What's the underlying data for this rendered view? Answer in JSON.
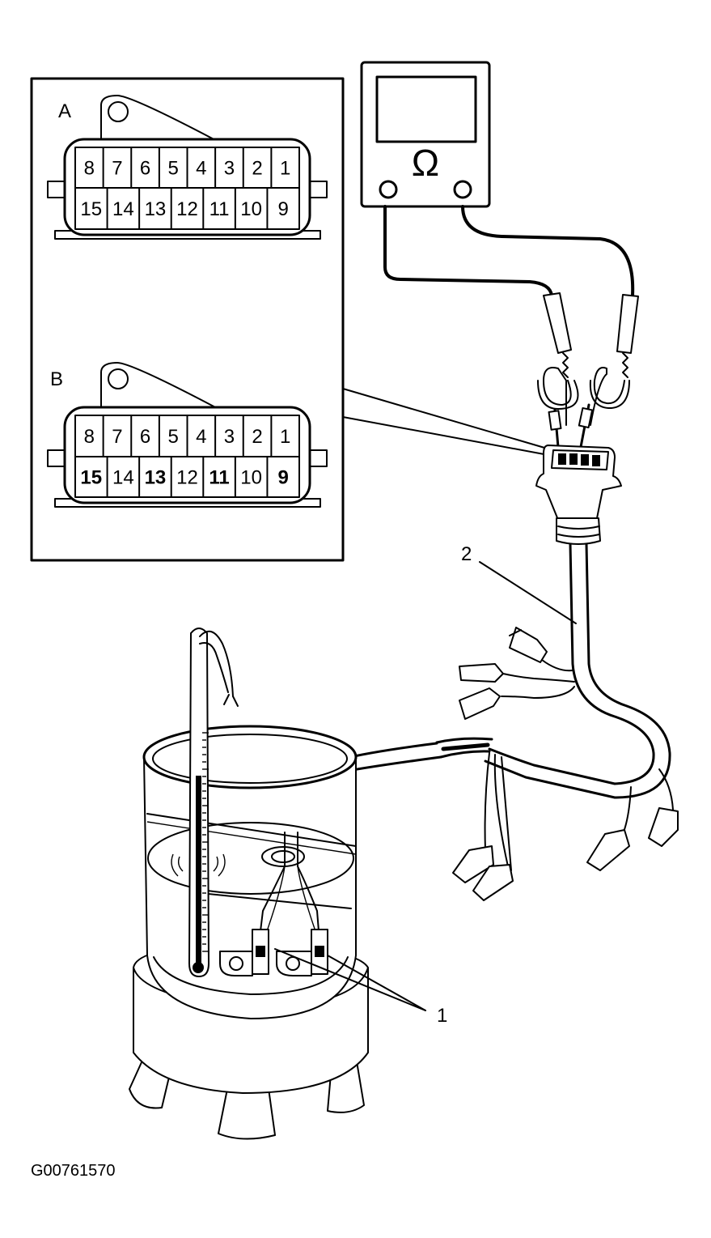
{
  "figure_id": "G00761570",
  "connector_a": {
    "label": "A",
    "top_row": [
      "8",
      "7",
      "6",
      "5",
      "4",
      "3",
      "2",
      "1"
    ],
    "bottom_row": [
      "15",
      "14",
      "13",
      "12",
      "11",
      "10",
      "9"
    ]
  },
  "connector_b": {
    "label": "B",
    "top_row": [
      "8",
      "7",
      "6",
      "5",
      "4",
      "3",
      "2",
      "1"
    ],
    "bottom_row": [
      "15",
      "14",
      "13",
      "12",
      "11",
      "10",
      "9"
    ],
    "bold_pins": [
      "15",
      "13",
      "11",
      "9"
    ]
  },
  "ohmmeter": {
    "symbol": "Ω"
  },
  "callouts": {
    "sensors": "1",
    "harness": "2"
  }
}
